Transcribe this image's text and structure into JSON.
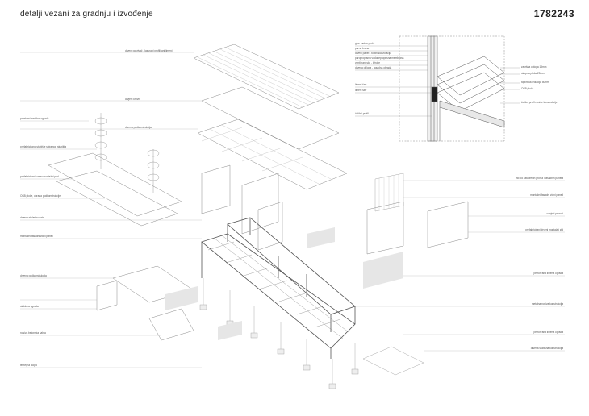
{
  "header": {
    "title": "detalji vezani za gradnju i izvođenje",
    "code": "1782243"
  },
  "labels_left": [
    "drveni pokrivač - lasurani profilirani limeni",
    "drvjeni krovni",
    "drvena podkonstrukcija",
    "prostorni metalna ograda",
    "prefabricirano stubište spiralnog stubišta",
    "prefabricirani susav montažni pod",
    "OSB ploče, obrada podkonstrukcije",
    "drvena stolarija vrata",
    "montažni fasadni zidni paneli",
    "drvena podkonstrukcija",
    "staklena ograda",
    "nosiva betonska šahta",
    "temeljna stopa"
  ],
  "labels_right": [
    "zid od zatvorenih profila i fasadnih panela",
    "montažni fasadni zidni paneli",
    "vanjski prozori",
    "prefabricirani drveni montažni zid",
    "perforirana limena ograda",
    "metalna nosiva konstrukcija",
    "perforirana limena ograda",
    "drvena stubišna konstrukcija"
  ],
  "detail_labels_left": [
    "gips-karton ploča",
    "parna brana",
    "drveni panel - toplinska izolacija",
    "paropropusna vodonepropusna membrana",
    "ventilirani sloj - letvice",
    "drvena obloga - fasadna obrada",
    "limeni šav",
    "limeni šav",
    "čelični profil"
  ],
  "detail_labels_right": [
    "završna obloga 15mm",
    "stropna ploča 25mm",
    "toplinska izolacija 50mm",
    "OSB ploča",
    "čelični profil nosive konstrukcije"
  ],
  "colors": {
    "line": "#555555",
    "light": "#aaaaaa",
    "fill": "#f0f0f0"
  }
}
